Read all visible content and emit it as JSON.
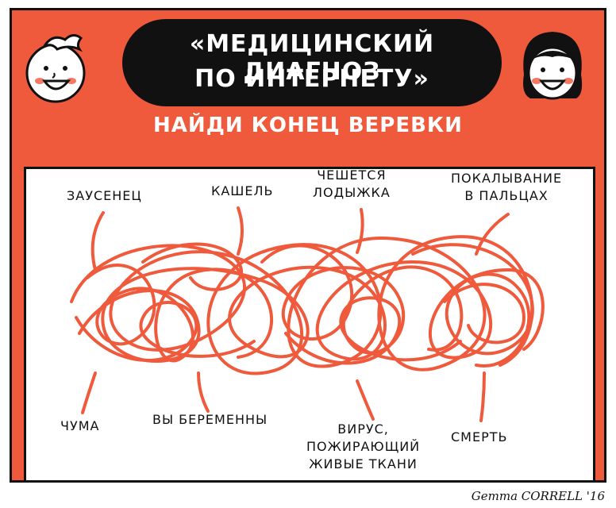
{
  "title": {
    "line1": "«МЕДИЦИНСКИЙ ДИАГНОЗ",
    "line2": "ПО ИНТЕРНЕТУ»"
  },
  "subtitle": "НАЙДИ КОНЕЦ ВЕРЕВКИ",
  "top_labels": [
    {
      "id": "zausenets",
      "text": "ЗАУСЕНЕЦ"
    },
    {
      "id": "kashel",
      "text": "КАШЕЛЬ"
    },
    {
      "id": "cheshetsya",
      "text": "ЧЕШЕТСЯ\nЛОДЫЖКА"
    },
    {
      "id": "pokalyvanie",
      "text": "ПОКАЛЫВАНИЕ\nВ ПАЛЬЦАХ"
    }
  ],
  "bottom_labels": [
    {
      "id": "chuma",
      "text": "ЧУМА"
    },
    {
      "id": "beremenny",
      "text": "ВЫ БЕРЕМЕННЫ"
    },
    {
      "id": "virus",
      "text": "ВИРУС,\nПОЖИРАЮЩИЙ\nЖИВЫЕ ТКАНИ"
    },
    {
      "id": "smert",
      "text": "СМЕРТЬ"
    }
  ],
  "signature": "Gemma CORRELL '16",
  "colors": {
    "accent": "#f05a3c",
    "ink": "#111111",
    "string": "#f05a3c"
  },
  "icons": [
    "boy-face-icon",
    "girl-face-icon"
  ]
}
